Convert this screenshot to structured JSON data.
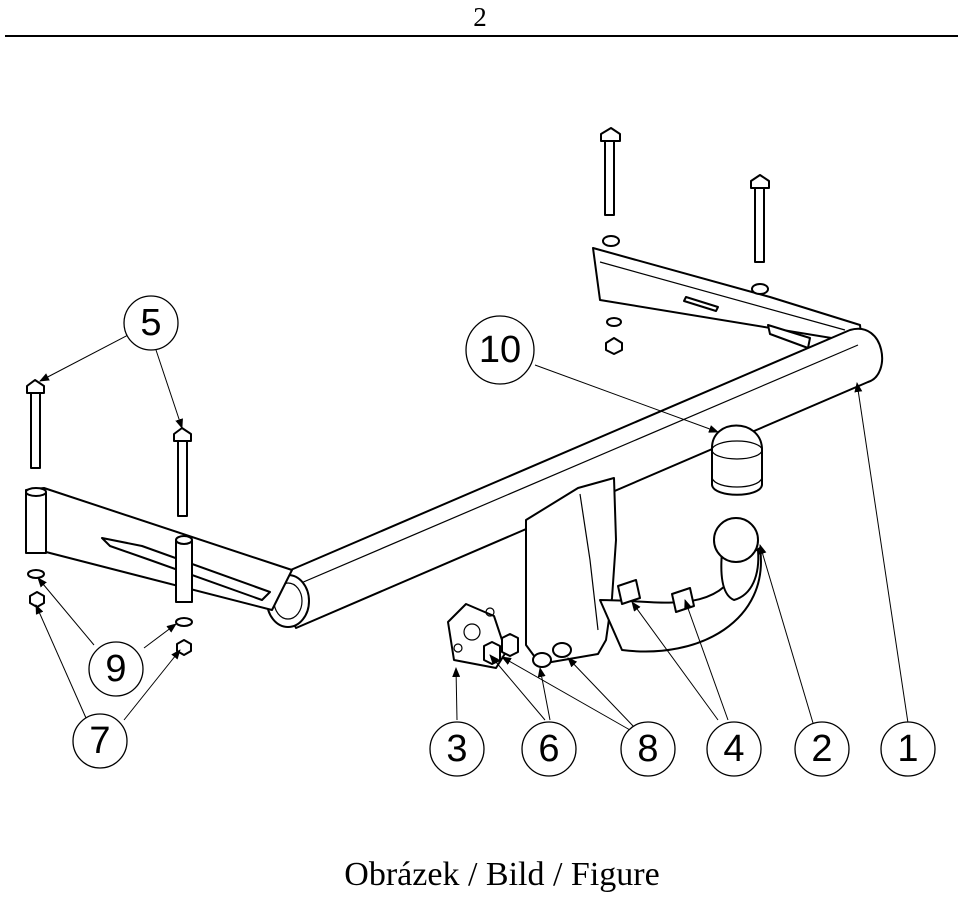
{
  "page_number": "2",
  "caption": "Obrázek / Bild / Figure",
  "callouts": [
    "1",
    "2",
    "3",
    "4",
    "5",
    "6",
    "7",
    "8",
    "9",
    "10"
  ]
}
